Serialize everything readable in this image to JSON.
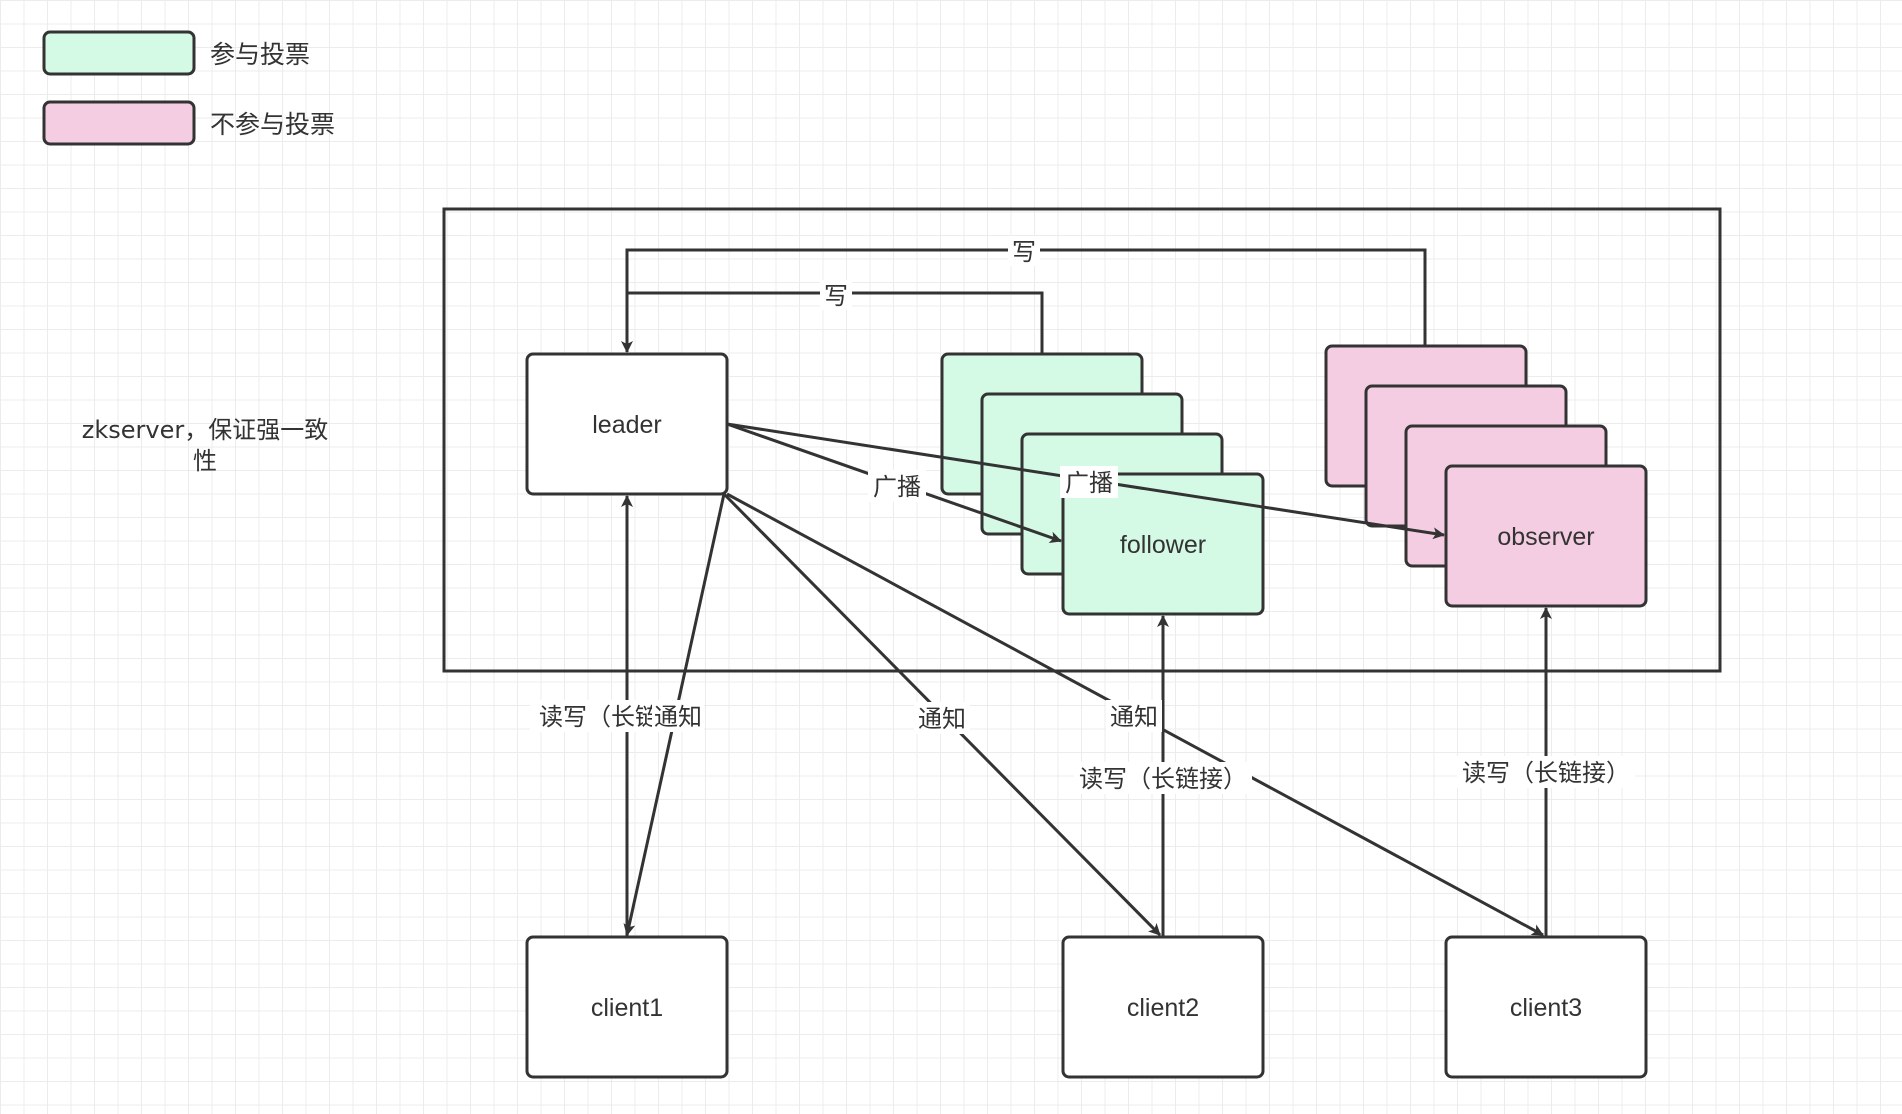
{
  "colors": {
    "voting": "#d4fae6",
    "non_voting": "#f5cde2",
    "stroke": "#333333",
    "background": "#ffffff"
  },
  "legend": {
    "voting": "参与投票",
    "non_voting": "不参与投票"
  },
  "cluster_note": "zkserver，保证强一致性",
  "nodes": {
    "leader": "leader",
    "follower": "follower",
    "observer": "observer",
    "client1": "client1",
    "client2": "client2",
    "client3": "client3"
  },
  "edge_labels": {
    "write_observer": "写",
    "write_follower": "写",
    "broadcast_follower": "广播",
    "broadcast_observer": "广播",
    "rw_client1": "读写（长链接）",
    "notify_client1": "通知",
    "notify_client2": "通知",
    "notify_client3": "通知",
    "rw_client2": "读写（长链接）",
    "rw_client3": "读写（长链接）"
  }
}
